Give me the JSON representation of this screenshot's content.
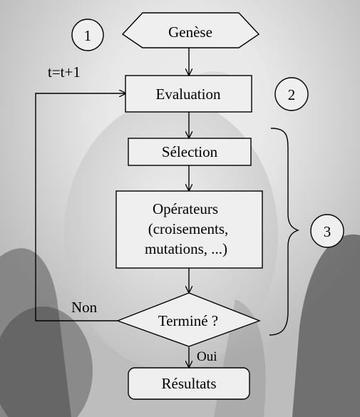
{
  "diagram": {
    "nodes": {
      "genese": "Genèse",
      "evaluation": "Evaluation",
      "selection": "Sélection",
      "operateurs": [
        "Opérateurs",
        "(croisements,",
        "mutations, ...)"
      ],
      "termine": "Terminé ?",
      "resultats": "Résultats"
    },
    "edge_labels": {
      "loop": "t=t+1",
      "non": "Non",
      "oui": "Oui"
    },
    "markers": {
      "step1": "1",
      "step2": "2",
      "step3": "3"
    }
  },
  "colors": {
    "stroke": "#000000",
    "node_fill": "#efefef",
    "photo_bg": "#d9d9d9"
  }
}
